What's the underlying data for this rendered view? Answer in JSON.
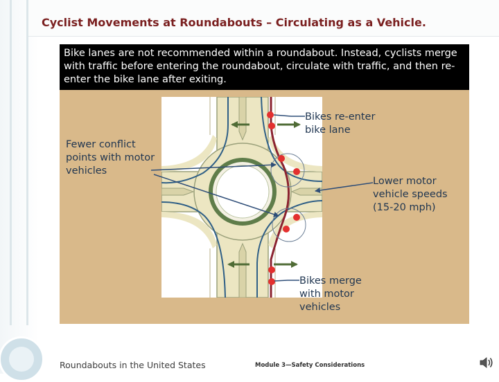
{
  "slide": {
    "title": "Cyclist Movements at Roundabouts – Circulating as a Vehicle.",
    "intro": "Bike lanes are not recommended within a roundabout. Instead, cyclists merge with traffic before entering the roundabout, circulate with traffic, and then re-enter the bike lane after exiting."
  },
  "callouts": {
    "reenter": "Bikes re-enter bike lane",
    "conflict": "Fewer conflict points with motor vehicles",
    "speeds": "Lower motor vehicle speeds (15-20 mph)",
    "merge": "Bikes merge with motor vehicles"
  },
  "footer": {
    "left": "Roundabouts in the United States",
    "module": "Module 3—Safety Considerations"
  },
  "icons": [
    "speaker-icon"
  ],
  "colors": {
    "title": "#7a1f1f",
    "panel": "#d9b98a",
    "callout_text": "#1f3550",
    "road": "#ece6c2",
    "bike_path": "#8b2330",
    "bike_marker": "#e3302f",
    "arrow_green": "#4f6b35",
    "pointer_blue": "#2f4e78"
  }
}
